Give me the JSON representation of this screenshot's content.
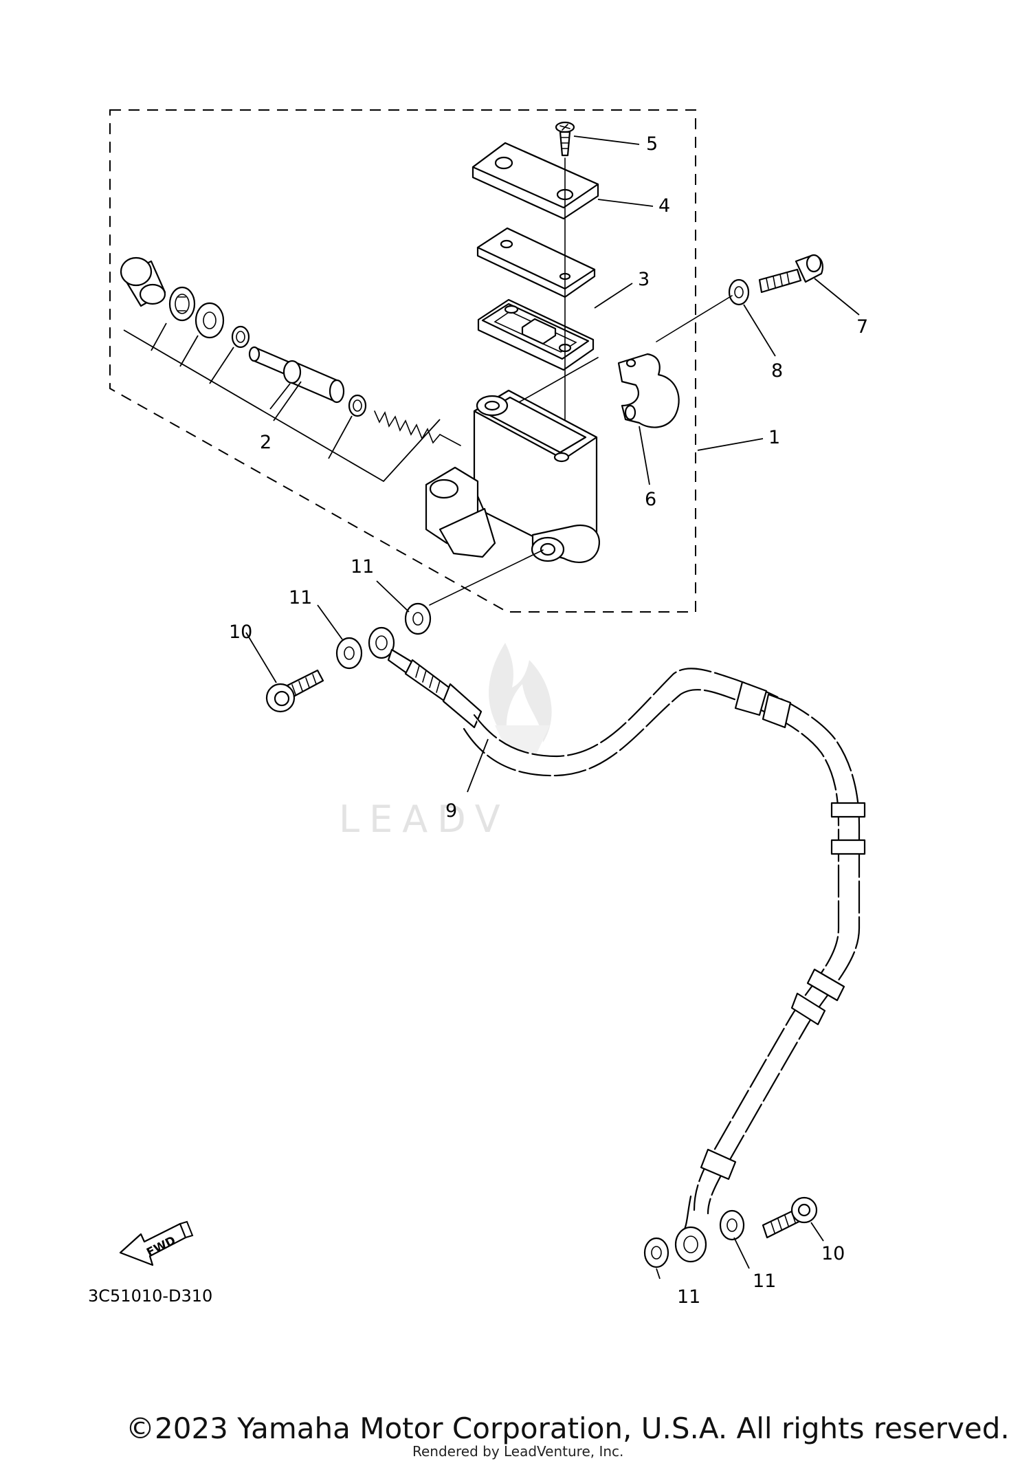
{
  "diagram_code": "3C51010-D310",
  "watermark": "LEADVENTURE",
  "fwd_label": "FWD",
  "copyright": "©2023 Yamaha Motor Corporation, U.S.A. All rights reserved.",
  "rendered_by": "Rendered by LeadVenture, Inc.",
  "callouts": {
    "c1": "1",
    "c2": "2",
    "c3": "3",
    "c4": "4",
    "c5": "5",
    "c6": "6",
    "c7": "7",
    "c8": "8",
    "c9": "9",
    "c10a": "10",
    "c10b": "10",
    "c11a": "11",
    "c11b": "11",
    "c11c": "11",
    "c11d": "11"
  }
}
